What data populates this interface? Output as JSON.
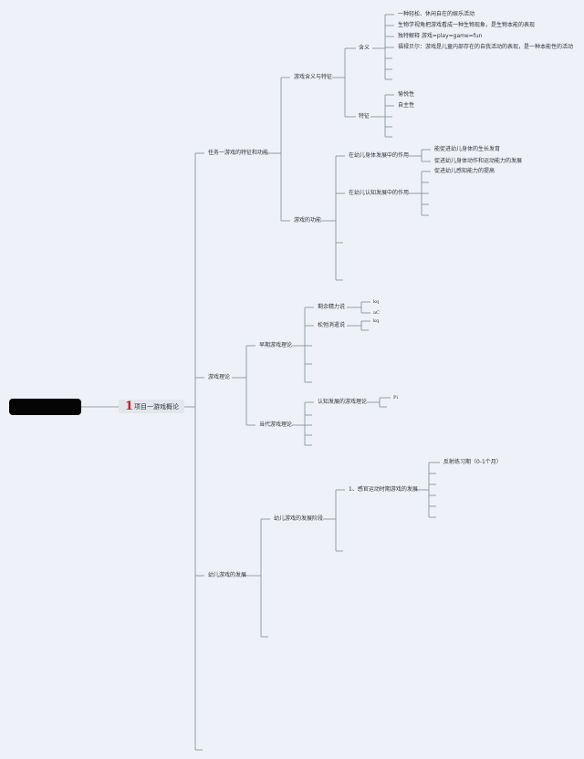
{
  "root": {
    "number": "1",
    "title": "项目一游戏概论"
  },
  "branches": {
    "task1": "任务一游戏的特征和功能",
    "theory": "游戏理论",
    "development": "幼儿游戏的发展"
  },
  "task1": {
    "meaning_features": "游戏含义与特征",
    "meaning": "含义",
    "meaning_items": [
      "一种轻松、休闲自在的娱乐活动",
      "生物学视角把游戏看成一种生物现象，是生物本能的表现",
      "独特解释 游戏=play=game=fun",
      "福禄贝尔：游戏是儿童内部存在的自我活动的表现，是一种本能性的活动"
    ],
    "features": "特征",
    "feature_items": [
      "愉悦性",
      "自主性"
    ],
    "functions": "游戏的功能",
    "physical": "在幼儿身体发展中的作用",
    "physical_items": [
      "能促进幼儿身体的生长发育",
      "促进幼儿身体动作和运动能力的发展"
    ],
    "cognitive": "在幼儿认知发展中的作用",
    "cognitive_items": [
      "促进幼儿感知能力的提高"
    ]
  },
  "theory": {
    "early": "早期游戏理论",
    "surplus": "剩余精力说",
    "surplus_items": [
      "kq",
      "aC"
    ],
    "relax": "松弛消遣说",
    "relax_items": [
      "kq"
    ],
    "modern": "当代游戏理论",
    "cognitive_dev": "认知发展的游戏理论",
    "cognitive_dev_items": [
      "Pi"
    ]
  },
  "development": {
    "stages": "幼儿游戏的发展阶段",
    "sensorimotor": "1、感官运动时期游戏的发展",
    "sensorimotor_items": [
      "反射练习期（0-1个月）"
    ]
  },
  "colors": {
    "line": "#7d8794",
    "root": "#050505",
    "accent": "#cc1f1f",
    "background": "#eef2f8"
  }
}
